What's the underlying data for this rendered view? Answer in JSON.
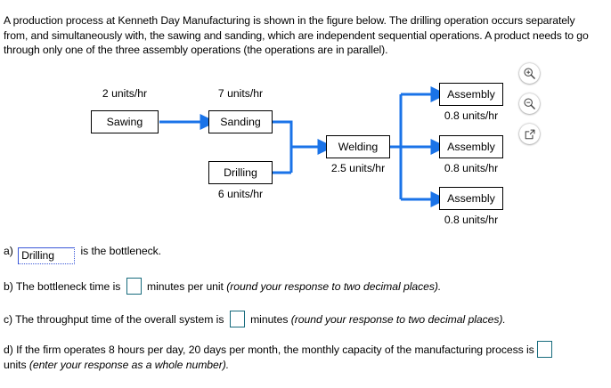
{
  "problem": {
    "statement": "A production process at Kenneth Day Manufacturing is shown in the figure below. The drilling operation occurs separately from, and simultaneously with, the sawing and sanding, which are independent sequential operations. A product needs to go through only one of the three assembly operations (the operations are in parallel)."
  },
  "figure": {
    "accent_color": "#1a73e8",
    "nodes": [
      {
        "id": "sawing",
        "label": "Sawing",
        "rate": "2 units/hr",
        "rate_position": "above"
      },
      {
        "id": "sanding",
        "label": "Sanding",
        "rate": "7 units/hr",
        "rate_position": "above"
      },
      {
        "id": "drilling",
        "label": "Drilling",
        "rate": "6 units/hr",
        "rate_position": "below"
      },
      {
        "id": "welding",
        "label": "Welding",
        "rate": "2.5 units/hr",
        "rate_position": "below"
      },
      {
        "id": "assembly1",
        "label": "Assembly",
        "rate": "0.8 units/hr",
        "rate_position": "below"
      },
      {
        "id": "assembly2",
        "label": "Assembly",
        "rate": "0.8 units/hr",
        "rate_position": "below"
      },
      {
        "id": "assembly3",
        "label": "Assembly",
        "rate": "0.8 units/hr",
        "rate_position": "below"
      }
    ]
  },
  "toolbar": {
    "zoom_in": "zoom-in-icon",
    "zoom_out": "zoom-out-icon",
    "open_in_new": "open-in-new-window-icon"
  },
  "questions": {
    "a": {
      "prefix": "a)",
      "selected": "Drilling",
      "suffix": "is the bottleneck."
    },
    "b": {
      "prefix": "b) The bottleneck time is",
      "value": "",
      "middle": "minutes per unit",
      "hint": "(round your response to two decimal places)."
    },
    "c": {
      "prefix": "c) The throughput time of the overall system is",
      "value": "",
      "middle": "minutes",
      "hint": "(round your response to two decimal places)."
    },
    "d": {
      "prefix": "d) If the firm operates 8 hours per day, 20 days per month, the monthly capacity of the manufacturing process is",
      "value": "",
      "middle": "units",
      "hint": "(enter your response as a whole number)."
    }
  }
}
